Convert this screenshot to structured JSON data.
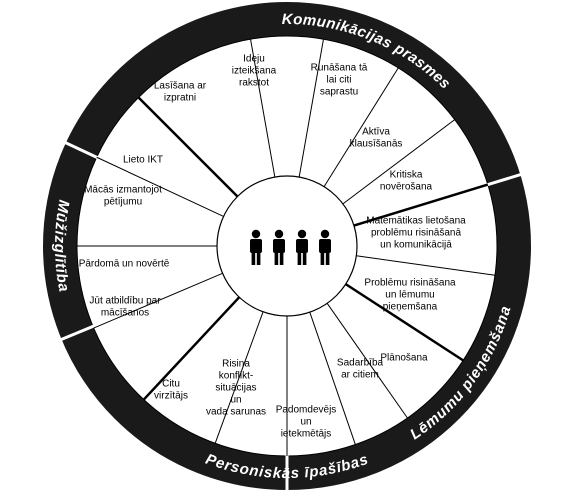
{
  "ring_labels": {
    "top": "Komunikācijas prasmes",
    "right": "Lēmumu pieņemšana",
    "bottom": "Personiskās īpašības",
    "left": "Mūžizglītība"
  },
  "segments": [
    {
      "lines": [
        "Ideju",
        "izteikšana",
        "rakstot"
      ]
    },
    {
      "lines": [
        "Runāšana tā",
        "lai citi",
        "saprastu"
      ]
    },
    {
      "lines": [
        "Aktīva",
        "klausīšanās"
      ]
    },
    {
      "lines": [
        "Kritiska",
        "novērošana"
      ]
    },
    {
      "lines": [
        "Matemātikas lietošana",
        "problēmu risināšanā",
        "un komunikācijā"
      ]
    },
    {
      "lines": [
        "Problēmu risināšana",
        "un lēmumu",
        "pieņemšana"
      ]
    },
    {
      "lines": [
        "Plānošana"
      ]
    },
    {
      "lines": [
        "Sadarbība",
        "ar citiem"
      ]
    },
    {
      "lines": [
        "Padomdevējs",
        "un",
        "ietekmētājs"
      ]
    },
    {
      "lines": [
        "Risina",
        "konflikt-",
        "situācijas",
        "un",
        "vada sarunas"
      ]
    },
    {
      "lines": [
        "Citu",
        "virzītājs"
      ]
    },
    {
      "lines": [
        "Jūt atbildību par",
        "mācīšanos"
      ]
    },
    {
      "lines": [
        "Pārdomā un novērtē"
      ]
    },
    {
      "lines": [
        "Mācās izmantojot",
        "pētījumu"
      ]
    },
    {
      "lines": [
        "Lieto IKT"
      ]
    },
    {
      "lines": [
        "Lasīšana ar",
        "izpratni"
      ]
    }
  ],
  "center_icon": "group-of-four-people-icon",
  "colors": {
    "ring": "#1a1a1a",
    "lines": "#000000",
    "text_on_ring": "#ffffff"
  }
}
